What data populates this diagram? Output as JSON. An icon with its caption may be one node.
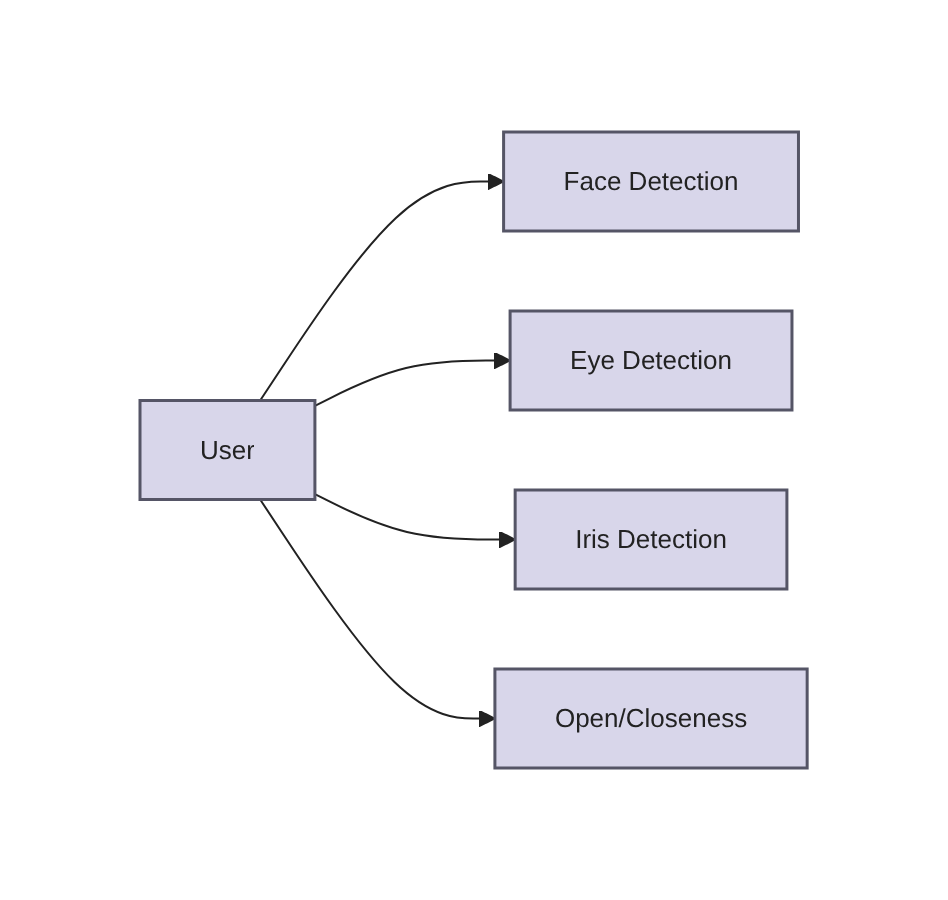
{
  "diagram": {
    "nodes": [
      {
        "text": [
          "Face Detection"
        ]
      },
      {
        "text": [
          "Eye Detection"
        ]
      },
      {
        "text": [
          "User"
        ]
      },
      {
        "text": [
          "Iris Detection"
        ]
      },
      {
        "text": [
          "Open/Closeness"
        ]
      }
    ],
    "edges": [
      {
        "from": 2,
        "to": 0,
        "arrow": "to"
      },
      {
        "from": 2,
        "to": 1,
        "arrow": "to"
      },
      {
        "from": 2,
        "to": 3,
        "arrow": "to"
      },
      {
        "from": 2,
        "to": 4,
        "arrow": "to"
      }
    ]
  }
}
